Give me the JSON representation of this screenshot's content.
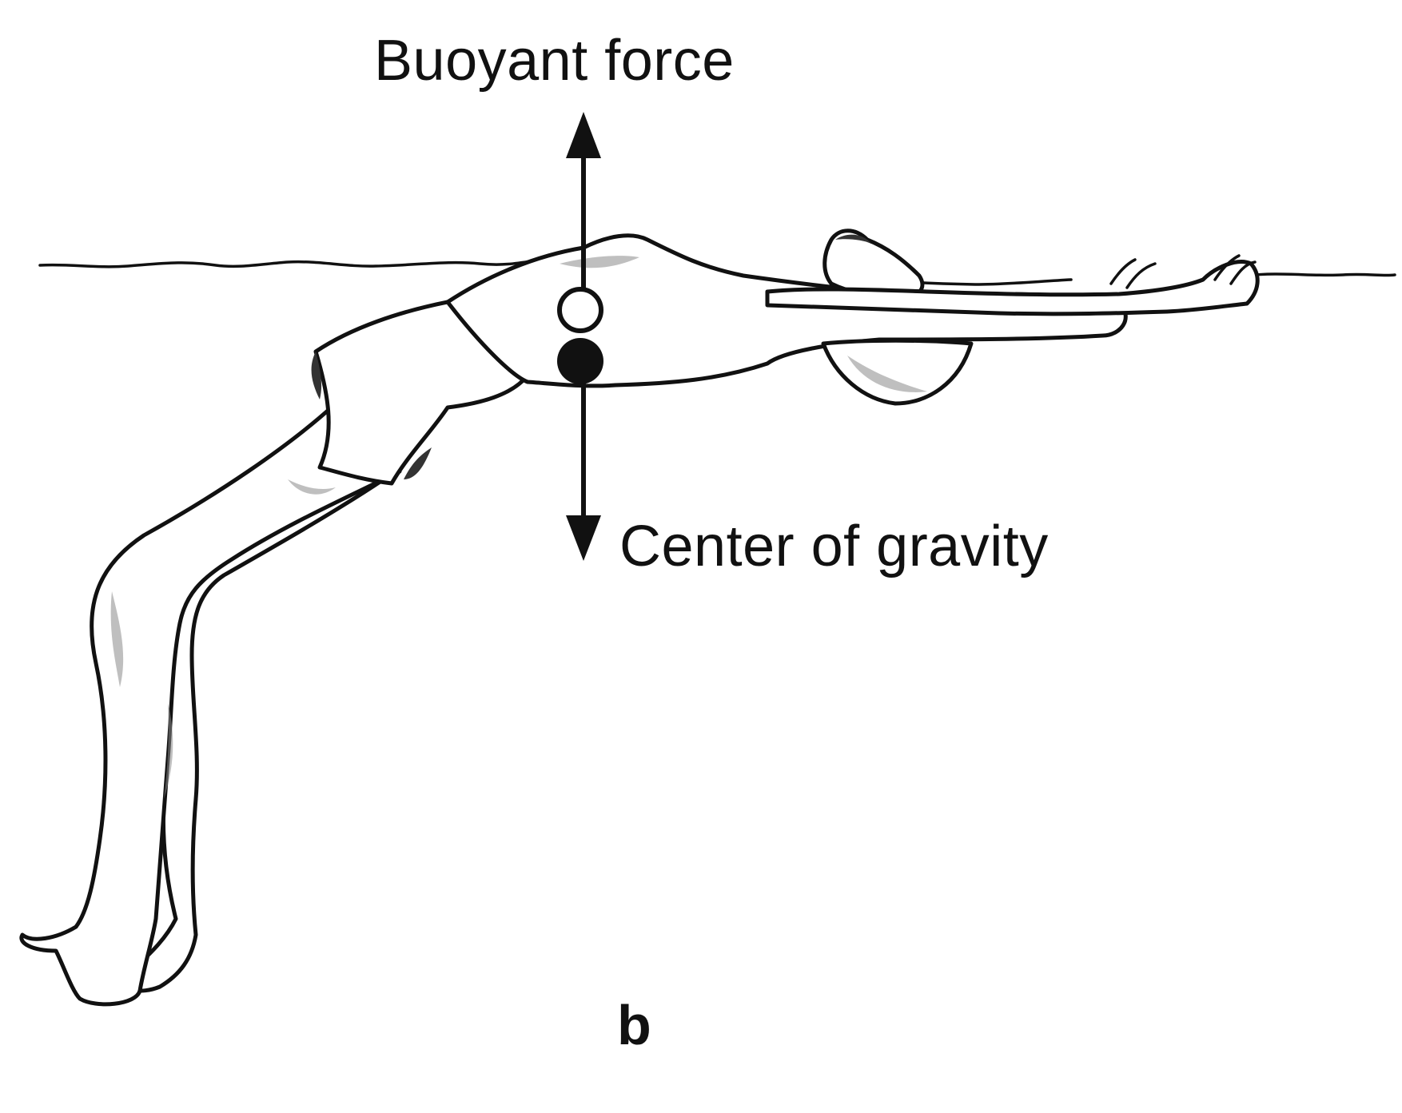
{
  "labels": {
    "buoyant_force": "Buoyant force",
    "center_of_gravity": "Center of gravity",
    "panel": "b"
  },
  "markers": {
    "buoyancy_center": "hollow-circle",
    "gravity_center": "filled-circle"
  },
  "colors": {
    "ink": "#111111",
    "background": "#ffffff",
    "shading": "#8a8a8a"
  }
}
